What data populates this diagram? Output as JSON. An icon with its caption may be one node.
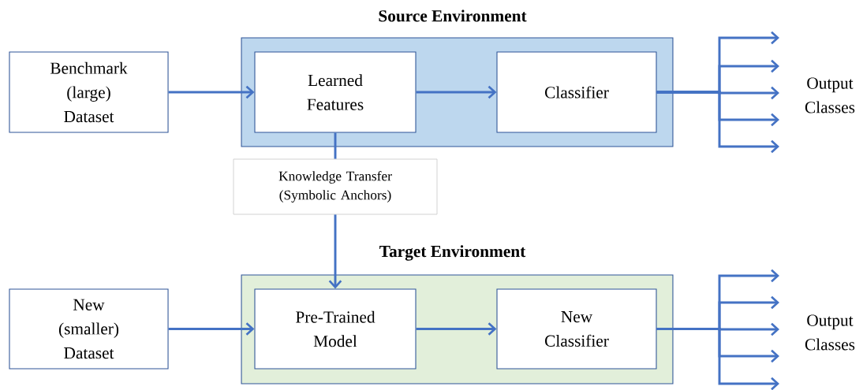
{
  "diagram": {
    "nodes": [
      {
        "text": [
          "Source Environment"
        ]
      },
      {
        "text": [
          "Benchmark (large) Dataset"
        ]
      },
      {
        "text": [
          "Learned Features"
        ],
        "in": 0
      },
      {
        "text": [
          "Classifier"
        ],
        "in": 0
      },
      {
        "text": [
          "Knowledge Transfer (Symbolic Anchors)"
        ]
      },
      {
        "text": [
          "Target Environment"
        ]
      },
      {
        "text": [
          "New (smaller) Dataset"
        ]
      },
      {
        "text": [
          "Pre-Trained Model"
        ],
        "in": 5
      },
      {
        "text": [
          "New Classifier"
        ],
        "in": 5
      }
    ],
    "edges": [
      {
        "from": 1,
        "to": 2,
        "arrow": "to"
      },
      {
        "from": 2,
        "to": 3,
        "arrow": "to"
      },
      {
        "from": 3,
        "to": null,
        "arrow": "to"
      },
      {
        "from": 3,
        "to": null,
        "arrow": "to"
      },
      {
        "from": 3,
        "to": null,
        "arrow": "to"
      },
      {
        "from": 3,
        "to": null,
        "arrow": "to"
      },
      {
        "from": 3,
        "to": null,
        "arrow": "to"
      },
      {
        "from": 2,
        "to": 4,
        "arrow": "none"
      },
      {
        "from": 4,
        "to": 7,
        "arrow": "to"
      },
      {
        "from": 6,
        "to": 7,
        "arrow": "to"
      },
      {
        "from": 7,
        "to": 8,
        "arrow": "to"
      },
      {
        "from": 8,
        "to": null,
        "arrow": "to"
      },
      {
        "from": 8,
        "to": null,
        "arrow": "to"
      },
      {
        "from": 8,
        "to": null,
        "arrow": "to"
      },
      {
        "from": 8,
        "to": null,
        "arrow": "to"
      },
      {
        "from": 8,
        "to": null,
        "arrow": "to"
      }
    ],
    "labels": [
      "Output Classes",
      "Output Classes"
    ]
  }
}
